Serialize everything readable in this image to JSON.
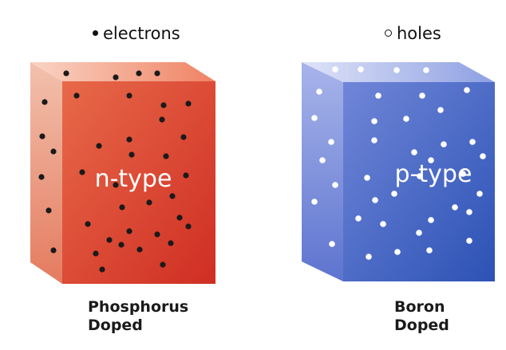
{
  "legend": {
    "electrons_label": "electrons",
    "holes_label": "holes"
  },
  "crystals": {
    "n_type": {
      "label": "n-type",
      "caption_line1": "Phosphorus",
      "caption_line2": "Doped",
      "carrier": "electron",
      "front_color_top": "#e8694a",
      "front_color_bottom": "#cf2e22",
      "side_color": "#eb9a80",
      "top_color": "#f4b097"
    },
    "p_type": {
      "label": "p-type",
      "caption_line1": "Boron",
      "caption_line2": "Doped",
      "carrier": "hole",
      "front_color_top": "#6f85d6",
      "front_color_bottom": "#2f55b8",
      "side_color": "#8f9fe0",
      "top_color": "#c6cff1"
    }
  }
}
